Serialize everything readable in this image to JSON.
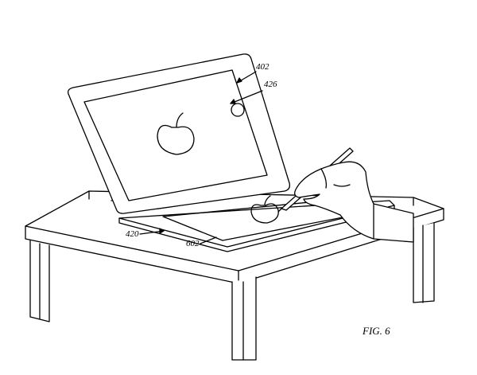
{
  "figure": {
    "caption": "FIG. 6",
    "labels": {
      "tablet": "402",
      "button": "426",
      "cover": "420",
      "drawing_area": "602"
    }
  }
}
